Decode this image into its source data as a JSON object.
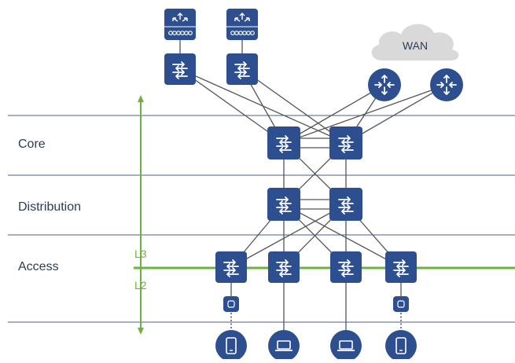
{
  "layers": {
    "core": "Core",
    "distribution": "Distribution",
    "access": "Access"
  },
  "boundary": {
    "l3": "L3",
    "l2": "L2"
  },
  "wan": {
    "label": "WAN"
  },
  "colors": {
    "device": "#2d4e8f",
    "link": "#555555",
    "layer_line": "#4a5f8c",
    "boundary": "#6cb33e",
    "cloud": "#d9d9d9",
    "text": "#2b3d59"
  },
  "icons": {
    "firewall": "firewall-icon",
    "switch": "switch-icon",
    "router": "router-icon",
    "access_point": "access-point-icon",
    "phone": "phone-icon",
    "laptop": "laptop-icon",
    "cloud": "cloud-icon"
  }
}
